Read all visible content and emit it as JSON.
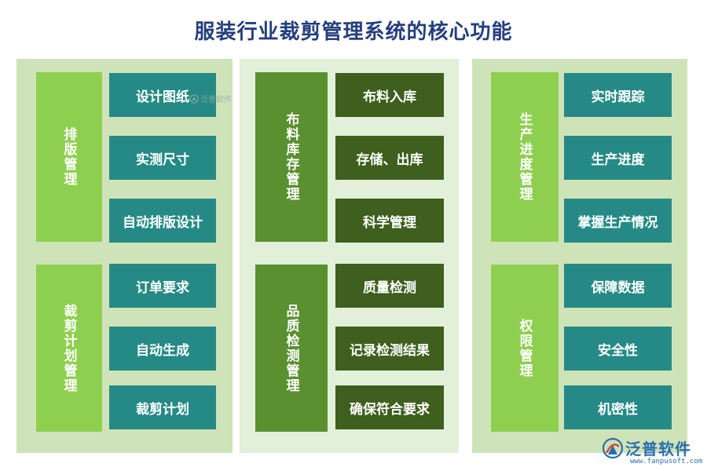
{
  "title": "服装行业裁剪管理系统的核心功能",
  "columns": [
    {
      "groups": [
        {
          "category": "排版管理",
          "items": [
            "设计图纸",
            "实测尺寸",
            "自动排版设计"
          ]
        },
        {
          "category": "裁剪计划管理",
          "items": [
            "订单要求",
            "自动生成",
            "裁剪计划"
          ]
        }
      ]
    },
    {
      "groups": [
        {
          "category": "布料库存管理",
          "items": [
            "布料入库",
            "存储、出库",
            "科学管理"
          ]
        },
        {
          "category": "品质检测管理",
          "items": [
            "质量检测",
            "记录检测结果",
            "确保符合要求"
          ]
        }
      ]
    },
    {
      "groups": [
        {
          "category": "生产进度管理",
          "items": [
            "实时跟踪",
            "生产进度",
            "掌握生产情况"
          ]
        },
        {
          "category": "权限管理",
          "items": [
            "保障数据",
            "安全性",
            "机密性"
          ]
        }
      ]
    }
  ],
  "watermark": {
    "small_text": "泛普软件"
  },
  "logo": {
    "name": "泛普软件",
    "url": "www.fanpusoft.com"
  },
  "colors": {
    "title": "#253f7d",
    "panel_light": "#cfe3b8",
    "panel_pale": "#e2efd9",
    "category_light_green": "#8fcf4f",
    "category_green": "#5b9030",
    "item_teal": "#258a85",
    "item_dark_olive": "#3e5f1e"
  }
}
